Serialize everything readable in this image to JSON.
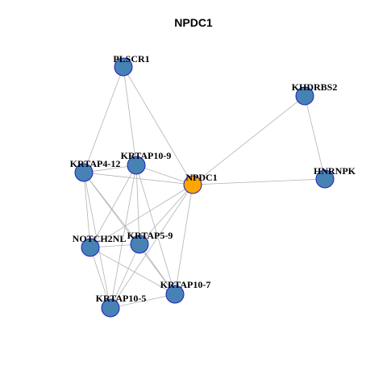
{
  "title": "NPDC1",
  "colors": {
    "node": "#4682b4",
    "node_stroke": "#1f1fbf",
    "highlight": "#ffa500",
    "edge": "#b3b3b3"
  },
  "nodes": [
    {
      "id": "PLSCR1",
      "label": "PLSCR1",
      "highlight": false
    },
    {
      "id": "KHDRBS2",
      "label": "KHDRBS2",
      "highlight": false
    },
    {
      "id": "KRTAP10-9",
      "label": "KRTAP10-9",
      "highlight": false
    },
    {
      "id": "KRTAP4-12",
      "label": "KRTAP4-12",
      "highlight": false
    },
    {
      "id": "NPDC1",
      "label": "NPDC1",
      "highlight": true
    },
    {
      "id": "HNRNPK",
      "label": "HNRNPK",
      "highlight": false
    },
    {
      "id": "NOTCH2NL",
      "label": "NOTCH2NL",
      "highlight": false
    },
    {
      "id": "KRTAP5-9",
      "label": "KRTAP5-9",
      "highlight": false
    },
    {
      "id": "KRTAP10-7",
      "label": "KRTAP10-7",
      "highlight": false
    },
    {
      "id": "KRTAP10-5",
      "label": "KRTAP10-5",
      "highlight": false
    }
  ],
  "edges": [
    [
      "PLSCR1",
      "KRTAP4-12"
    ],
    [
      "PLSCR1",
      "KRTAP10-9"
    ],
    [
      "PLSCR1",
      "NPDC1"
    ],
    [
      "KHDRBS2",
      "NPDC1"
    ],
    [
      "KHDRBS2",
      "HNRNPK"
    ],
    [
      "NPDC1",
      "HNRNPK"
    ],
    [
      "KRTAP4-12",
      "KRTAP10-9"
    ],
    [
      "KRTAP4-12",
      "NPDC1"
    ],
    [
      "KRTAP4-12",
      "NOTCH2NL"
    ],
    [
      "KRTAP4-12",
      "KRTAP5-9"
    ],
    [
      "KRTAP4-12",
      "KRTAP10-5"
    ],
    [
      "KRTAP4-12",
      "KRTAP10-7"
    ],
    [
      "KRTAP10-9",
      "NPDC1"
    ],
    [
      "KRTAP10-9",
      "NOTCH2NL"
    ],
    [
      "KRTAP10-9",
      "KRTAP5-9"
    ],
    [
      "KRTAP10-9",
      "KRTAP10-7"
    ],
    [
      "KRTAP10-9",
      "KRTAP10-5"
    ],
    [
      "NPDC1",
      "NOTCH2NL"
    ],
    [
      "NPDC1",
      "KRTAP5-9"
    ],
    [
      "NPDC1",
      "KRTAP10-7"
    ],
    [
      "NPDC1",
      "KRTAP10-5"
    ],
    [
      "NOTCH2NL",
      "KRTAP5-9"
    ],
    [
      "NOTCH2NL",
      "KRTAP10-7"
    ],
    [
      "NOTCH2NL",
      "KRTAP10-5"
    ],
    [
      "KRTAP5-9",
      "KRTAP10-7"
    ],
    [
      "KRTAP5-9",
      "KRTAP10-5"
    ],
    [
      "KRTAP10-7",
      "KRTAP10-5"
    ]
  ]
}
